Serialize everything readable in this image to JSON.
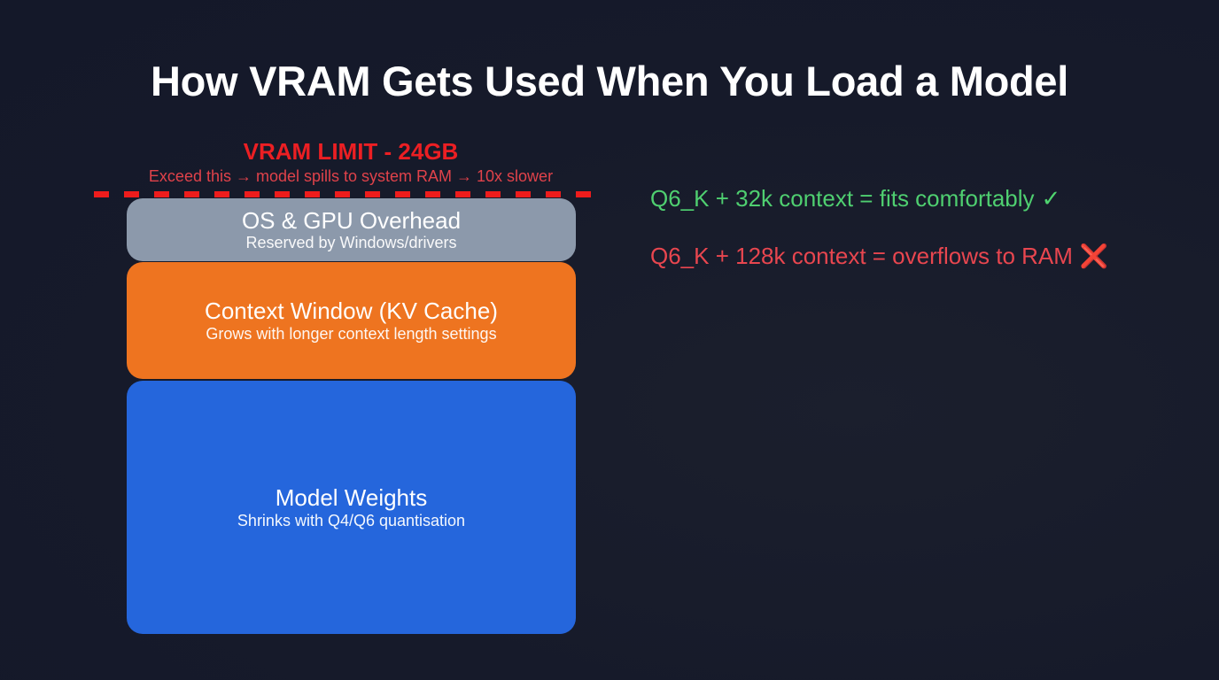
{
  "title": "How VRAM Gets Used When You Load a Model",
  "vram_limit": {
    "label": "VRAM LIMIT - 24GB",
    "subtitle": "Exceed this → model spills to system RAM → 10x slower",
    "line_style": "dashed",
    "color": "#ee1c1c"
  },
  "stack": [
    {
      "id": "os-overhead",
      "title": "OS & GPU Overhead",
      "subtitle": "Reserved by Windows/drivers",
      "color": "#8c99ab"
    },
    {
      "id": "context-window",
      "title": "Context Window (KV Cache)",
      "subtitle": "Grows with longer context length settings",
      "color": "#ee7420"
    },
    {
      "id": "model-weights",
      "title": "Model Weights",
      "subtitle": "Shrinks with Q4/Q6 quantisation",
      "color": "#2566dc"
    }
  ],
  "notes": [
    {
      "text": "Q6_K + 32k context = fits comfortably",
      "icon": "check-icon",
      "glyph": "✓",
      "status": "ok",
      "color": "#4fcf70"
    },
    {
      "text": "Q6_K + 128k context = overflows to RAM",
      "icon": "cross-icon",
      "glyph": "❌",
      "status": "bad",
      "color": "#e8464f"
    }
  ]
}
